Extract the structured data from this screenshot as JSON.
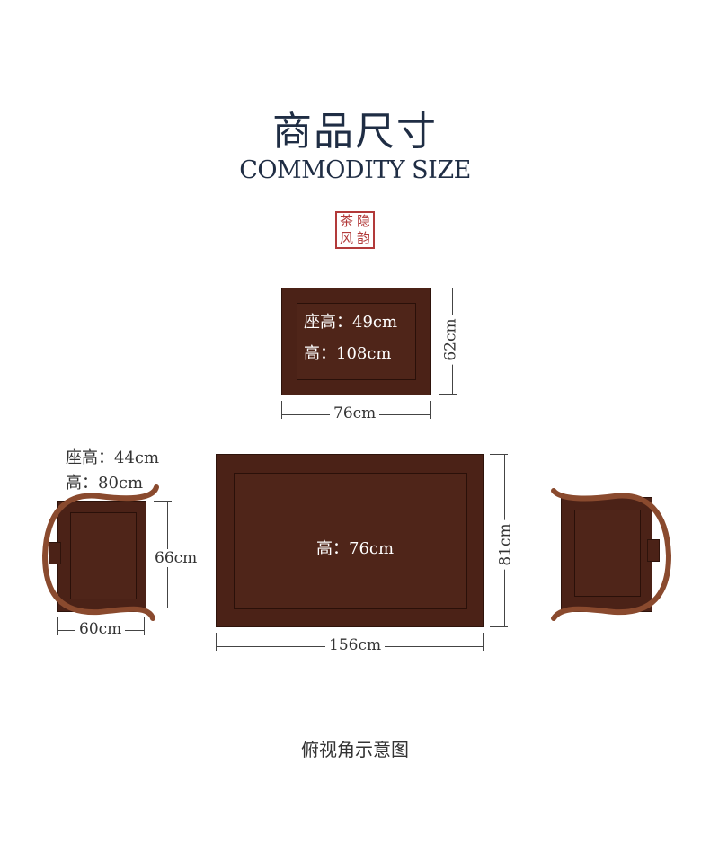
{
  "header": {
    "title_cn": "商品尺寸",
    "title_en": "COMMODITY SIZE",
    "seal_chars": [
      "茶",
      "隐",
      "风",
      "韵"
    ],
    "seal_color": "#b23a3a"
  },
  "top_chair": {
    "seat_height": "座高：49cm",
    "height": "高：108cm",
    "depth": "62cm",
    "width": "76cm"
  },
  "side_chair": {
    "seat_height": "座高：44cm",
    "height": "高：80cm",
    "depth": "66cm",
    "width": "60cm"
  },
  "table": {
    "height": "高：76cm",
    "depth": "81cm",
    "width": "156cm"
  },
  "caption": "俯视角示意图",
  "colors": {
    "wood": "#4b2217",
    "frame_rope": "#8a4a2e",
    "text": "#1f2d44"
  }
}
